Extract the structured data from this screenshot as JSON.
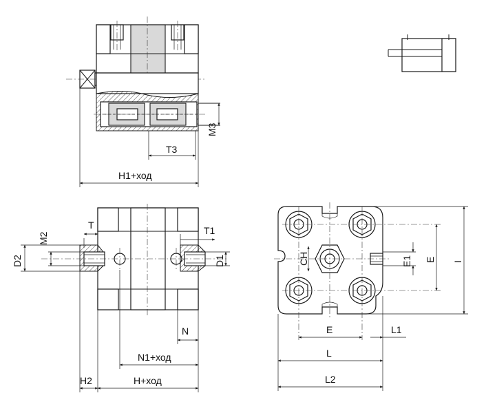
{
  "dimensions": {
    "H1_stroke": "H1+ход",
    "T3": "T3",
    "M3": "M3",
    "T": "T",
    "T1": "T1",
    "M2": "M2",
    "D2": "D2",
    "D1": "D1",
    "N": "N",
    "N1_stroke": "N1+ход",
    "H2": "H2",
    "H_stroke": "H+ход",
    "CH": "CH",
    "E1": "E1",
    "E_vertical": "E",
    "I": "I",
    "E_horizontal": "E",
    "L1": "L1",
    "L": "L",
    "L2": "L2"
  },
  "colors": {
    "line": "#1a1a1a",
    "section_fill": "#d9d9d9",
    "dark_fill": "#a8a8a8"
  }
}
